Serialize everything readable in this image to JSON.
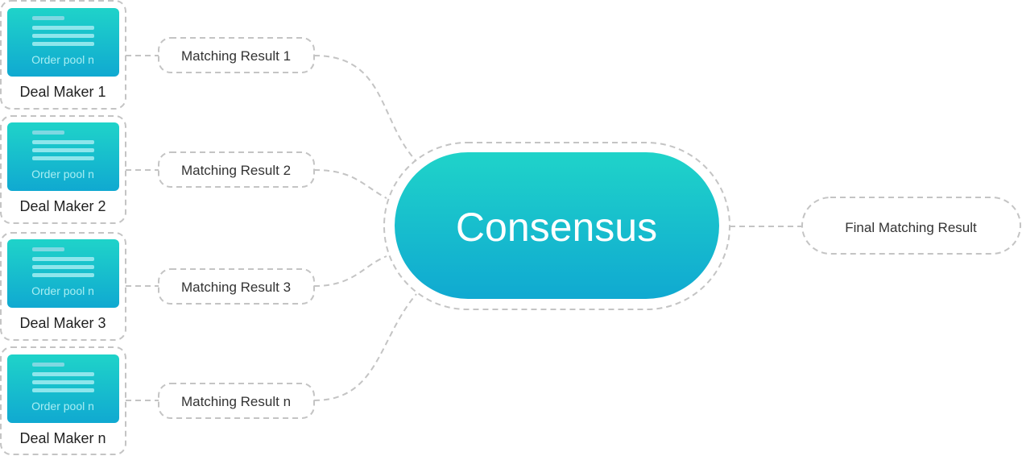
{
  "makers": [
    {
      "pool_label": "Order pool n",
      "maker_label": "Deal Maker 1",
      "result_label": "Matching Result 1"
    },
    {
      "pool_label": "Order pool n",
      "maker_label": "Deal Maker 2",
      "result_label": "Matching Result 2"
    },
    {
      "pool_label": "Order pool n",
      "maker_label": "Deal Maker 3",
      "result_label": "Matching Result 3"
    },
    {
      "pool_label": "Order pool n",
      "maker_label": "Deal Maker n",
      "result_label": "Matching Result n"
    }
  ],
  "consensus": {
    "label": "Consensus"
  },
  "final_result": {
    "label": "Final Matching Result"
  },
  "colors": {
    "teal_top": "#1fd3c9",
    "teal_bottom": "#10a9d1",
    "dash_gray": "#c4c4c4"
  }
}
